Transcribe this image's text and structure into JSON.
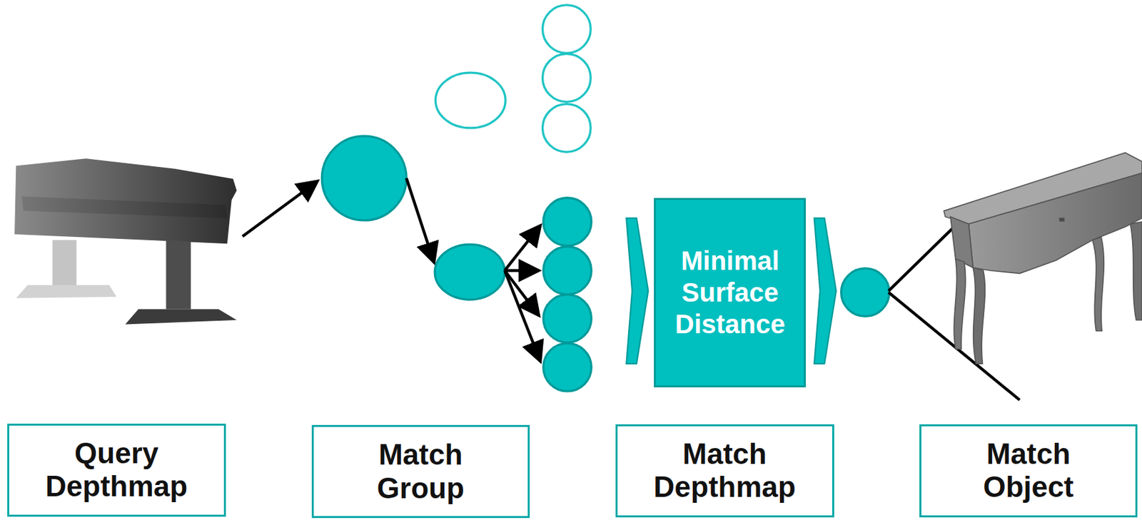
{
  "diagram": {
    "nodes": [
      {
        "text": [
          "Minimal Surface Distance"
        ]
      },
      {
        "text": [
          "Query Depthmap"
        ]
      },
      {
        "text": [
          "Match Group"
        ]
      },
      {
        "text": [
          "Match Depthmap"
        ]
      },
      {
        "text": [
          "Match Object"
        ]
      }
    ]
  }
}
